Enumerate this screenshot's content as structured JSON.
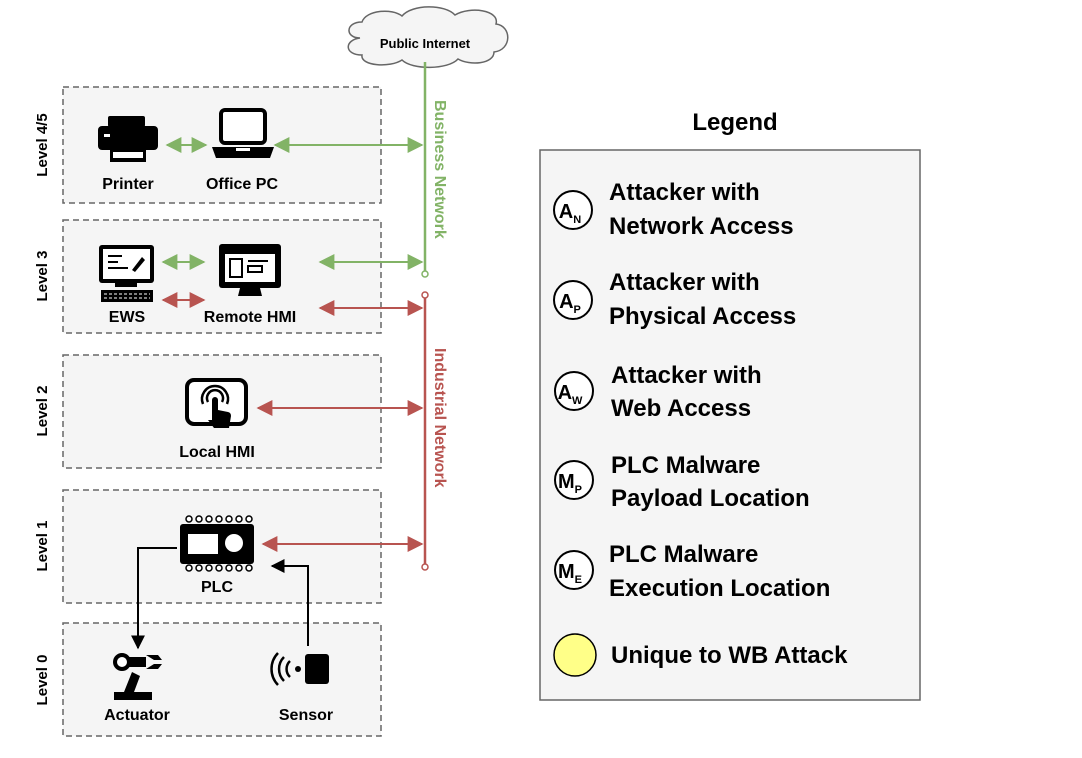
{
  "internet": {
    "label": "Public Internet"
  },
  "levels": [
    {
      "label": "Level 4/5"
    },
    {
      "label": "Level 3"
    },
    {
      "label": "Level 2"
    },
    {
      "label": "Level 1"
    },
    {
      "label": "Level 0"
    }
  ],
  "devices": {
    "printer": "Printer",
    "office_pc": "Office PC",
    "ews": "EWS",
    "remote_hmi": "Remote HMI",
    "local_hmi": "Local HMI",
    "plc": "PLC",
    "actuator": "Actuator",
    "sensor": "Sensor"
  },
  "networks": {
    "business": {
      "label": "Business Network",
      "color": "#82b366"
    },
    "industrial": {
      "label": "Industrial Network",
      "color": "#b85450"
    }
  },
  "legend": {
    "title": "Legend",
    "items": [
      {
        "symbol": "A",
        "sub": "N",
        "line1": "Attacker with",
        "line2": "Network Access"
      },
      {
        "symbol": "A",
        "sub": "P",
        "line1": "Attacker with",
        "line2": "Physical Access"
      },
      {
        "symbol": "A",
        "sub": "W",
        "line1": "Attacker with",
        "line2": "Web Access"
      },
      {
        "symbol": "M",
        "sub": "P",
        "line1": "PLC Malware",
        "line2": "Payload Location"
      },
      {
        "symbol": "M",
        "sub": "E",
        "line1": "PLC Malware",
        "line2": "Execution Location"
      },
      {
        "symbol": "",
        "sub": "",
        "line1": "Unique to WB Attack",
        "line2": "",
        "fill": "#ffff88"
      }
    ]
  }
}
